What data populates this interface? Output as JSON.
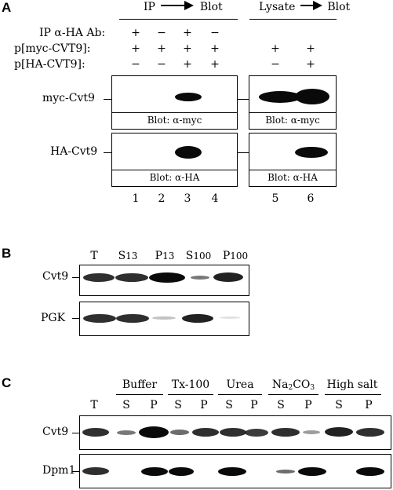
{
  "panels": {
    "a": {
      "letter": "A",
      "ip_header": "IP",
      "ip_blot": "Blot",
      "lysate_header": "Lysate",
      "lysate_blot": "Blot",
      "conditions": [
        {
          "label": "IP α-HA Ab:",
          "ip": [
            "+",
            "−",
            "+",
            "−"
          ],
          "lysate": [
            "",
            ""
          ]
        },
        {
          "label": "p[myc-CVT9]:",
          "ip": [
            "+",
            "+",
            "+",
            "+"
          ],
          "lysate": [
            "+",
            "+"
          ]
        },
        {
          "label": "p[HA-CVT9]:",
          "ip": [
            "−",
            "−",
            "+",
            "+"
          ],
          "lysate": [
            "−",
            "+"
          ]
        }
      ],
      "rows": [
        {
          "label": "myc-Cvt9",
          "blot_ip": "Blot: α-myc",
          "blot_lysate": "Blot: α-myc"
        },
        {
          "label": "HA-Cvt9",
          "blot_ip": "Blot: α-HA",
          "blot_lysate": "Blot: α-HA"
        }
      ],
      "lanes": [
        "1",
        "2",
        "3",
        "4",
        "5",
        "6"
      ]
    },
    "b": {
      "letter": "B",
      "lanes": [
        {
          "base": "T",
          "sub": ""
        },
        {
          "base": "S",
          "sub": "13"
        },
        {
          "base": "P",
          "sub": "13"
        },
        {
          "base": "S",
          "sub": "100"
        },
        {
          "base": "P",
          "sub": "100"
        }
      ],
      "rows": [
        "Cvt9",
        "PGK"
      ]
    },
    "c": {
      "letter": "C",
      "groups": [
        {
          "name": "Buffer",
          "lanes": [
            "S",
            "P"
          ]
        },
        {
          "name": "Tx-100",
          "lanes": [
            "S",
            "P"
          ]
        },
        {
          "name": "Urea",
          "lanes": [
            "S",
            "P"
          ]
        },
        {
          "name": "Na2CO3",
          "lanes": [
            "S",
            "P"
          ]
        },
        {
          "name": "High salt",
          "lanes": [
            "S",
            "P"
          ]
        }
      ],
      "total_lane": "T",
      "rows": [
        "Cvt9",
        "Dpm1"
      ]
    }
  }
}
